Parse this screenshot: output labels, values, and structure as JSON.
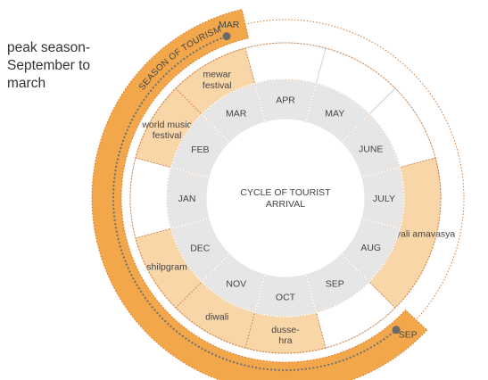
{
  "side_note": {
    "lines": [
      "peak season-",
      "September to",
      "march"
    ]
  },
  "colors": {
    "season_band": "#F2A74B",
    "outer_ring_light": "#FBE3C2",
    "festival_fill": "#F9D6A8",
    "month_fill": "#E6E6E6",
    "empty_fill": "#F0F0F0",
    "dotted_line": "#D9772B",
    "path_line": "#707070",
    "text": "#444444"
  },
  "season": {
    "label": "SEASON OF TOURISM",
    "start_label": "SEP",
    "end_label": "MAR"
  },
  "center": {
    "lines": [
      "CYCLE OF TOURIST",
      "ARRIVAL"
    ]
  },
  "months": [
    "JAN",
    "FEB",
    "MAR",
    "APR",
    "MAY",
    "JUNE",
    "JULY",
    "AUG",
    "SEP",
    "OCT",
    "NOV",
    "DEC"
  ],
  "festivals": [
    {
      "lines": [
        "world music",
        "festival"
      ],
      "months": [
        "FEB"
      ]
    },
    {
      "lines": [
        "mewar",
        "festival"
      ],
      "months": [
        "MAR"
      ]
    },
    {
      "lines": [
        "hariyali amavasya"
      ],
      "months": [
        "JULY",
        "AUG"
      ]
    },
    {
      "lines": [
        "dusse-",
        "hra"
      ],
      "months": [
        "OCT"
      ]
    },
    {
      "lines": [
        "diwali"
      ],
      "months": [
        "NOV"
      ]
    },
    {
      "lines": [
        "shilpgram"
      ],
      "months": [
        "DEC"
      ]
    }
  ]
}
